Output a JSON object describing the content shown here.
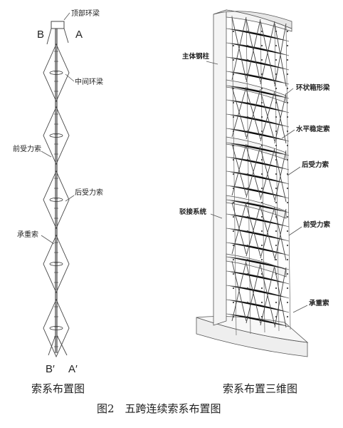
{
  "left_diagram": {
    "label_top_left": "B",
    "label_top_right": "A",
    "label_bottom_left": "B′",
    "label_bottom_right": "A′",
    "annotations": {
      "top_ring_beam": "顶部环梁",
      "middle_ring_beam": "中间环梁",
      "front_cable": "前受力索",
      "rear_cable": "后受力索",
      "bearing_cable": "承重索"
    },
    "caption": "索系布置图"
  },
  "right_diagram": {
    "annotations": {
      "main_steel_column": "主体钢柱",
      "ring_box_beam": "环状箱形梁",
      "horizontal_stabilizing_cable": "水平稳定索",
      "rear_cable": "后受力索",
      "connection_system": "驳接系统",
      "front_cable": "前受力索",
      "bearing_cable": "承重索"
    },
    "caption": "索系布置三维图"
  },
  "figure_title": "图2　五跨连续索系布置图",
  "colors": {
    "line": "#333333",
    "background": "#ffffff",
    "frame_fill": "#f4f4f4"
  }
}
